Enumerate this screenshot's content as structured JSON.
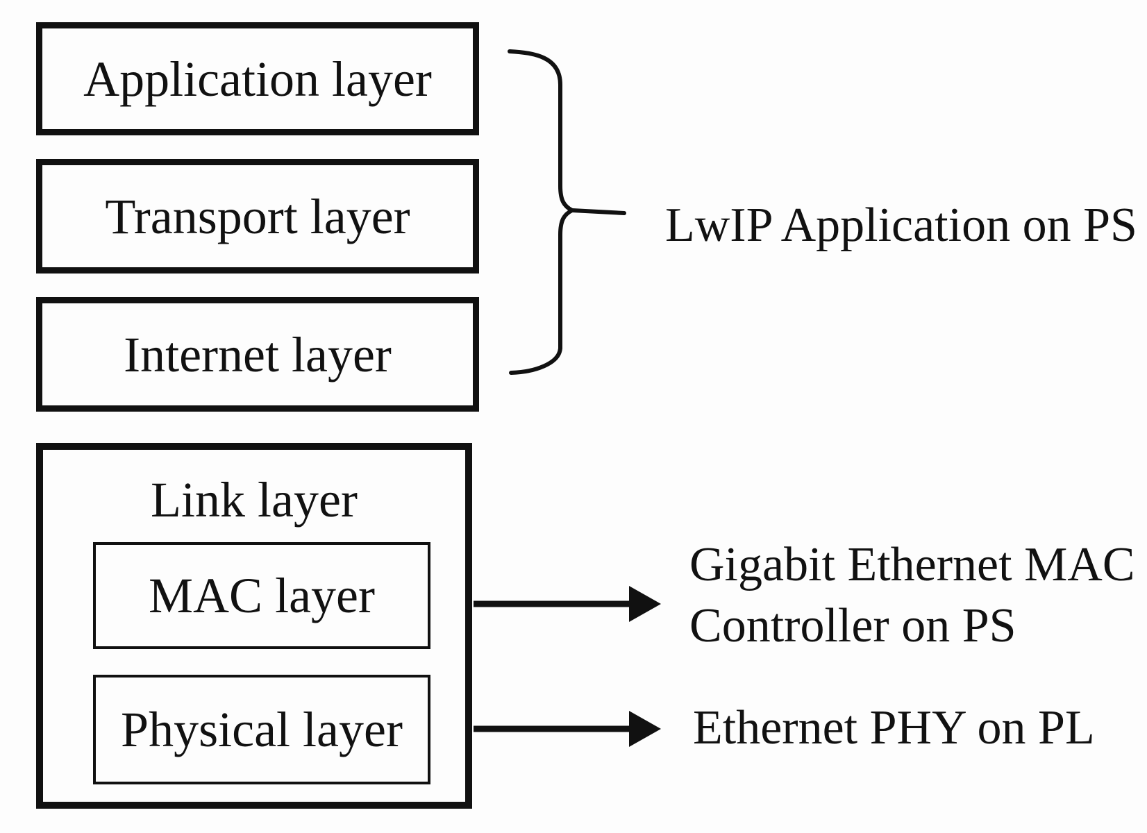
{
  "diagram": {
    "stack_boxes": [
      {
        "label": "Application layer"
      },
      {
        "label": "Transport layer"
      },
      {
        "label": "Internet layer"
      }
    ],
    "link_box": {
      "label": "Link layer",
      "children": [
        {
          "label": "MAC layer"
        },
        {
          "label": "Physical layer"
        }
      ]
    },
    "annotations": {
      "brace_label": "LwIP Application on PS",
      "mac_arrow_label_line1": "Gigabit Ethernet MAC",
      "mac_arrow_label_line2": "Controller on PS",
      "phy_arrow_label": "Ethernet PHY on PL"
    },
    "colors": {
      "ink": "#111111",
      "background": "#fdfdfd"
    }
  }
}
